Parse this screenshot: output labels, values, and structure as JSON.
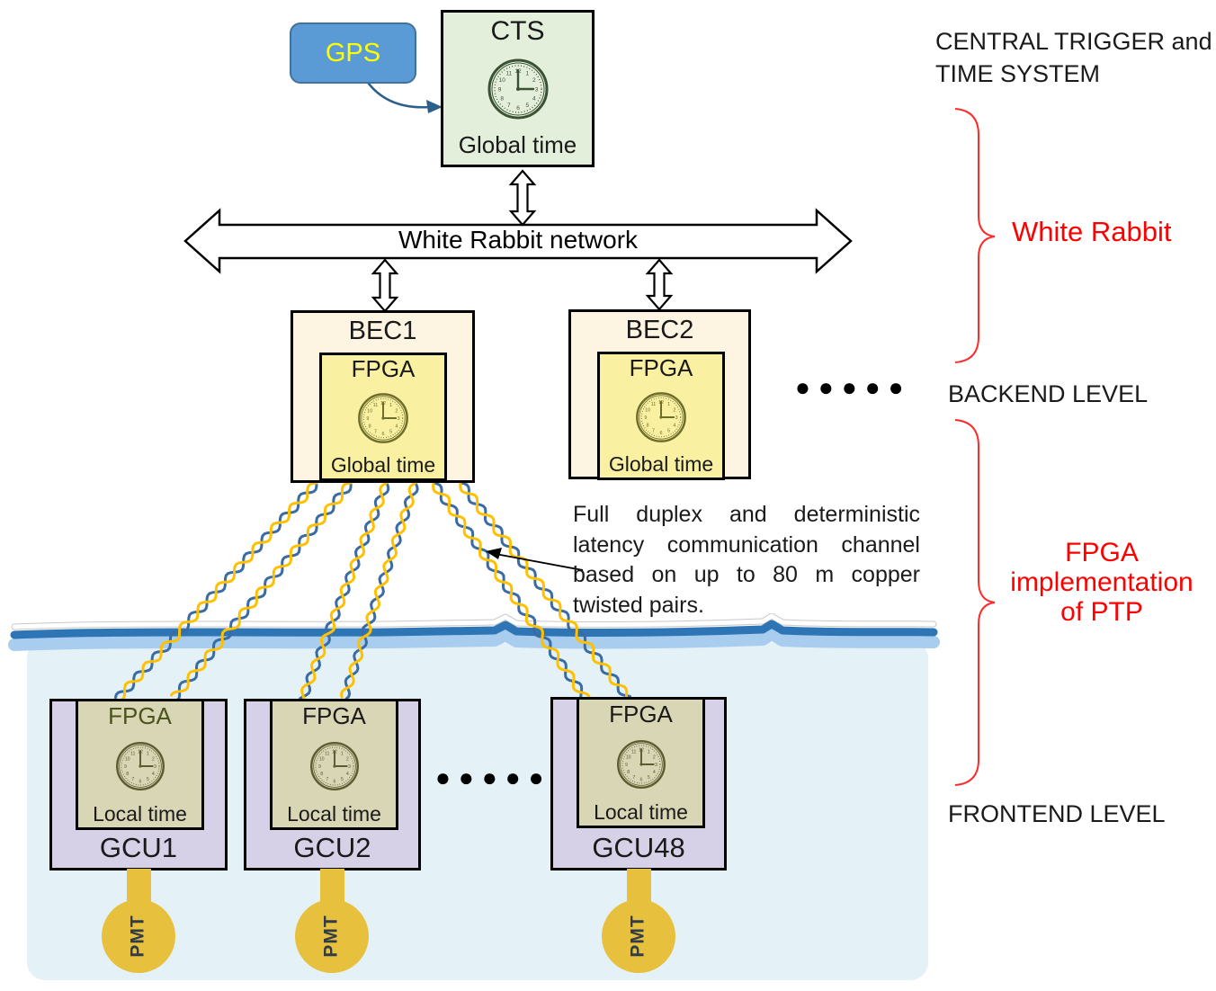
{
  "colors": {
    "gps_fill": "#5b9bd5",
    "gps_border": "#41719c",
    "gps_text": "#ffff00",
    "cts_fill": "#e4efdb",
    "bec_fill": "#fdf5e2",
    "bec_fpga_fill": "#f9f0a2",
    "gcu_fill": "#d6d1e7",
    "gcu_fpga_fill": "#d8d6b4",
    "water_fill": "#e4f2f8",
    "wave_dark": "#2e75b6",
    "wave_light": "#a9cdee",
    "pmt_fill": "#e7c13d",
    "cable_yellow": "#ffc000",
    "cable_blue": "#3a6ca3",
    "accent_red": "#ff0000",
    "clock_cts": "#3a5134",
    "clock_bec": "#6e6e2a",
    "clock_gcu": "#5c5c33"
  },
  "gps": {
    "label": "GPS"
  },
  "cts": {
    "label": "CTS",
    "time_label": "Global time"
  },
  "network": {
    "label": "White Rabbit network"
  },
  "becs": [
    {
      "name": "BEC1",
      "fpga_label": "FPGA",
      "time_label": "Global time"
    },
    {
      "name": "BEC2",
      "fpga_label": "FPGA",
      "time_label": "Global time"
    }
  ],
  "gcus": [
    {
      "name": "GCU1",
      "fpga_label": "FPGA",
      "time_label": "Local time",
      "fpga_color": "#4b531d"
    },
    {
      "name": "GCU2",
      "fpga_label": "FPGA",
      "time_label": "Local time",
      "fpga_color": "#1a1a1a"
    },
    {
      "name": "GCU48",
      "fpga_label": "FPGA",
      "time_label": "Local time",
      "fpga_color": "#1a1a1a"
    }
  ],
  "ellipsis": "●●●●●",
  "pmt_label": "PMT",
  "annotation": {
    "lines": [
      "Full duplex and deterministic",
      "latency communication channel",
      "based on up to 80 m copper",
      "twisted pairs."
    ]
  },
  "side_labels": {
    "central_trigger_line1": "CENTRAL TRIGGER and",
    "central_trigger_line2": "TIME SYSTEM",
    "white_rabbit": "White Rabbit",
    "backend": "BACKEND LEVEL",
    "fpga_ptp_line1": "FPGA",
    "fpga_ptp_line2": "implementation",
    "fpga_ptp_line3": "of PTP",
    "frontend": "FRONTEND LEVEL"
  }
}
